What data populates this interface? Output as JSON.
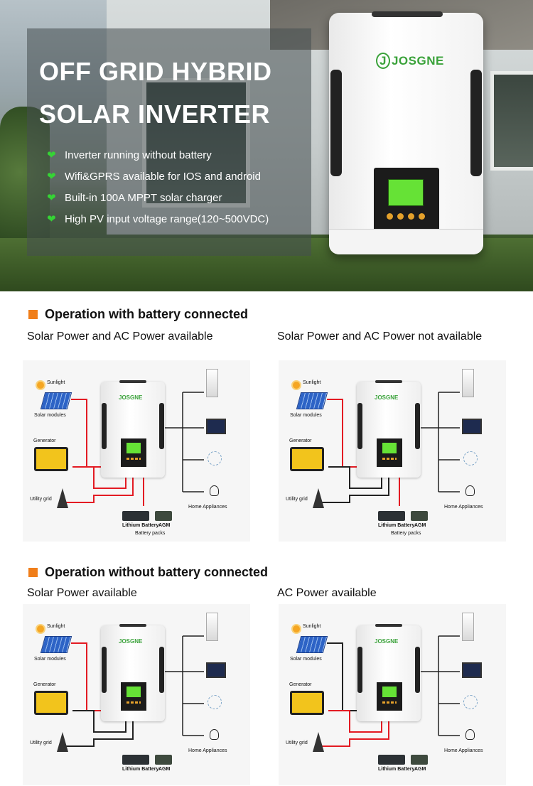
{
  "hero": {
    "title_line1": "OFF GRID HYBRID",
    "title_line2": "SOLAR INVERTER",
    "features": [
      "Inverter running without battery",
      "Wifi&GPRS available for IOS and android",
      "Built-in 100A MPPT solar charger",
      "High PV input voltage range(120~500VDC)"
    ],
    "brand": "JOSGNE"
  },
  "section1": {
    "title": "Operation with battery connected",
    "left_caption": "Solar Power and AC Power available",
    "right_caption": "Solar Power and AC Power not available"
  },
  "section2": {
    "title": "Operation without battery connected",
    "left_caption": "Solar Power available",
    "right_caption": "AC Power available"
  },
  "diagram_labels": {
    "sunlight": "Sunlight",
    "solar_modules": "Solar modules",
    "generator": "Generator",
    "utility_grid": "Utility grid",
    "home_appliances": "Home Appliances",
    "lithium_battery": "Lithium Battery",
    "agm": "AGM",
    "battery_packs": "Battery packs",
    "brand": "JOSGNE"
  },
  "colors": {
    "accent": "#f07e1a",
    "flow_red": "#e31b23",
    "heart_green": "#35d335"
  }
}
